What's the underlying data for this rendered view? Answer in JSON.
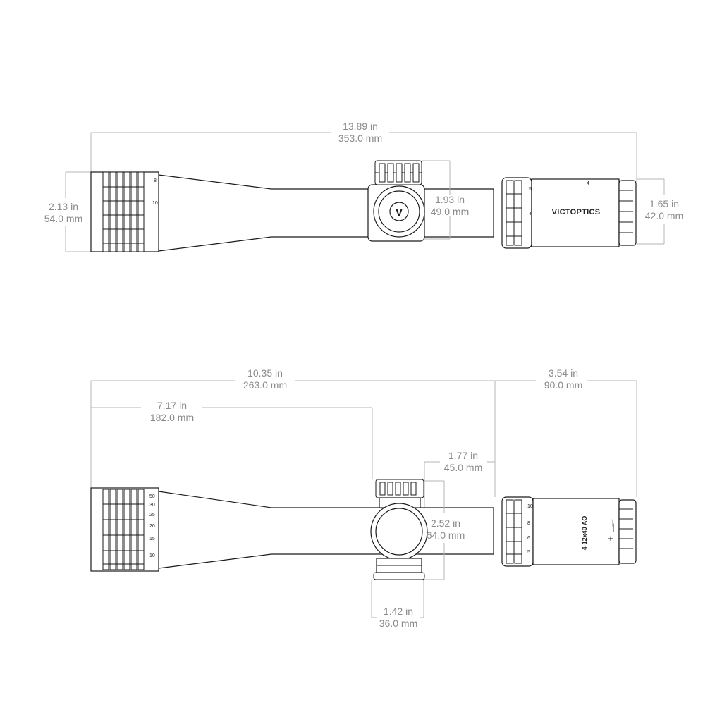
{
  "top_view": {
    "overall_length": {
      "in": "13.89 in",
      "mm": "353.0 mm"
    },
    "objective_diameter": {
      "in": "2.13 in",
      "mm": "54.0 mm"
    },
    "turret_height": {
      "in": "1.93 in",
      "mm": "49.0 mm"
    },
    "eyepiece_diameter": {
      "in": "1.65 in",
      "mm": "42.0 mm"
    },
    "brand_text": "VICTOPTICS",
    "power_ticks": [
      "5",
      "4"
    ],
    "eyepiece_mark": "4",
    "objective_ticks": [
      "8",
      "10"
    ]
  },
  "side_view": {
    "front_to_eyepiece": {
      "in": "10.35 in",
      "mm": "263.0 mm"
    },
    "front_to_turret": {
      "in": "7.17 in",
      "mm": "182.0 mm"
    },
    "eyepiece_length": {
      "in": "3.54 in",
      "mm": "90.0 mm"
    },
    "turret_to_eyepiece": {
      "in": "1.77 in",
      "mm": "45.0 mm"
    },
    "turret_height": {
      "in": "2.52 in",
      "mm": "64.0 mm"
    },
    "turret_width": {
      "in": "1.42 in",
      "mm": "36.0 mm"
    },
    "model_text": "4-12x40 AO",
    "power_ticks": [
      "10",
      "8",
      "6",
      "5"
    ],
    "objective_ticks": [
      "10",
      "15",
      "20",
      "25",
      "30",
      "50"
    ],
    "plus_minus": [
      "+",
      "|",
      "—"
    ]
  },
  "colors": {
    "line": "#1a1a1a",
    "dimension": "#b4b4b4",
    "dimension_text": "#8a8a8a"
  }
}
